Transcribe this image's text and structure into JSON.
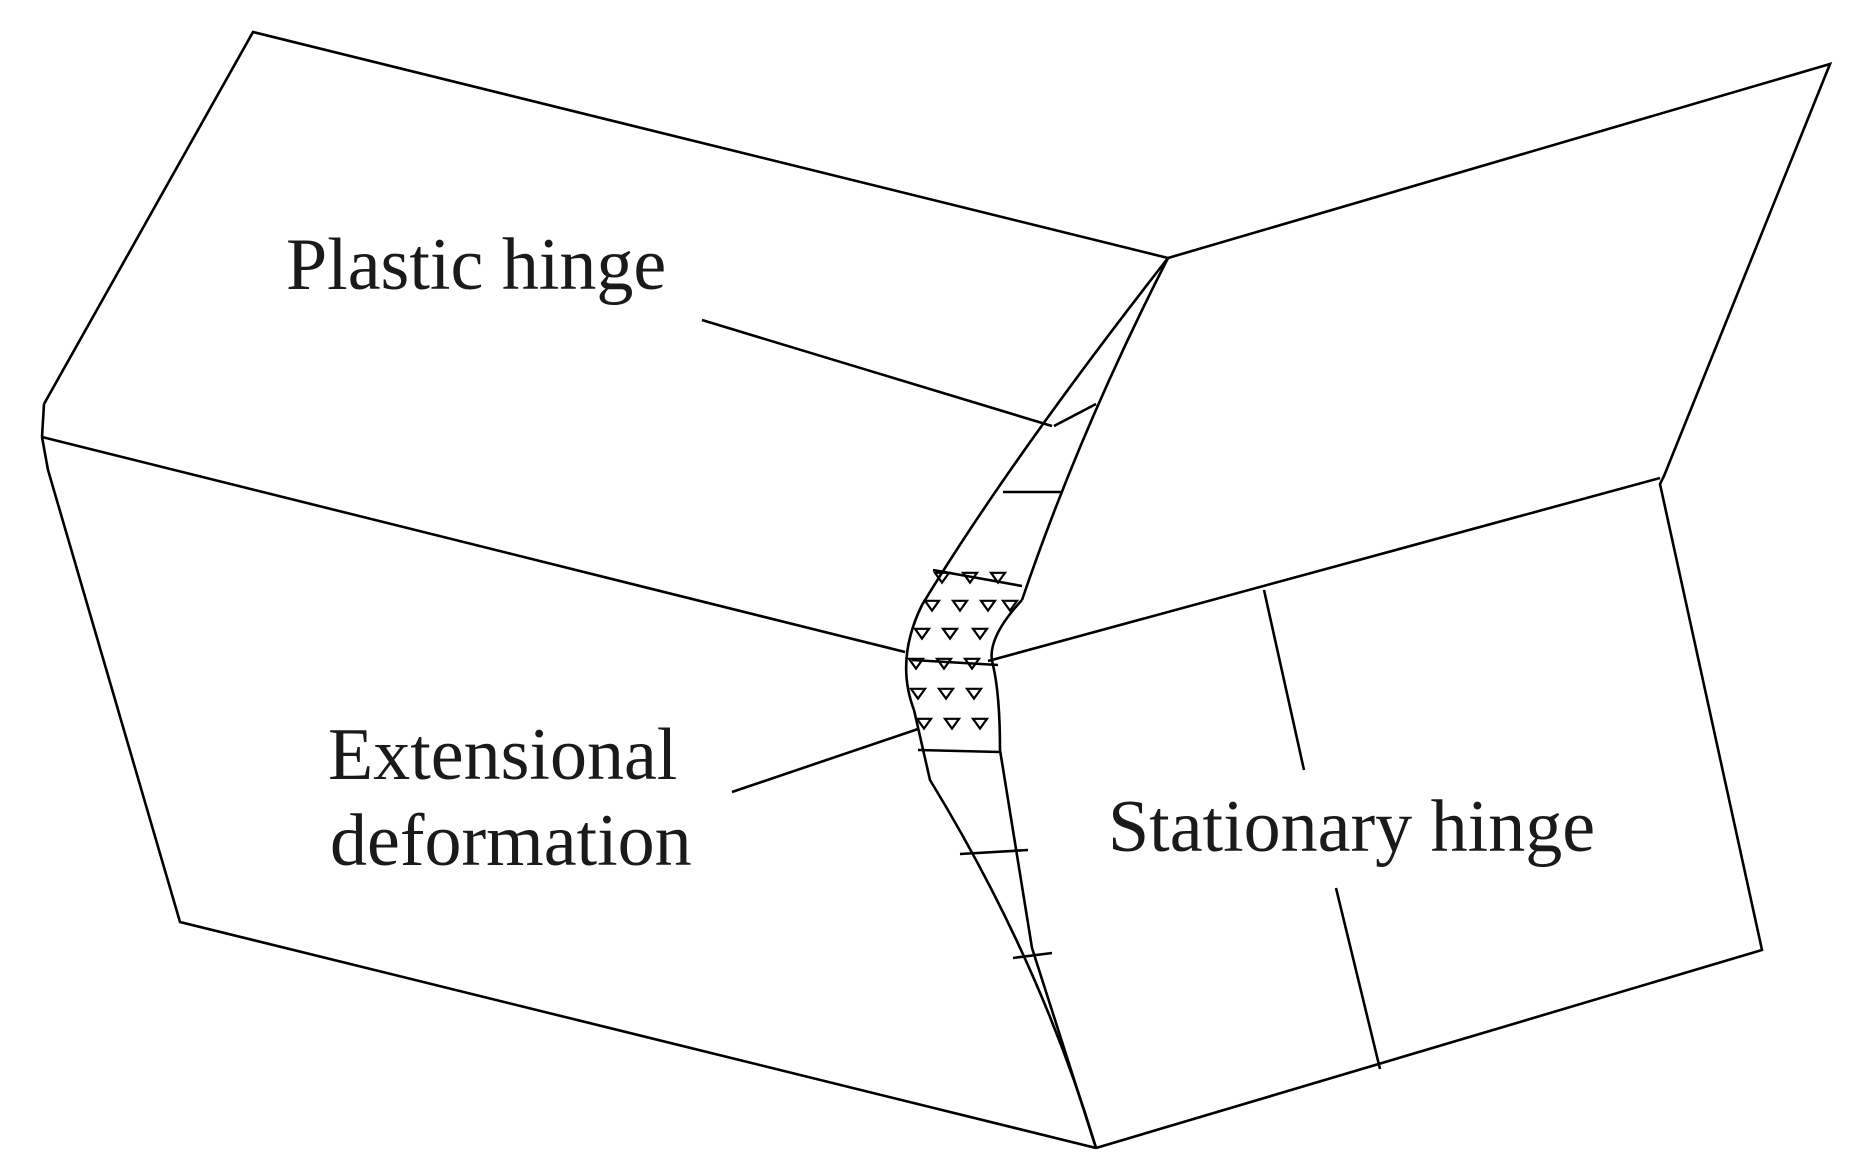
{
  "labels": {
    "plastic_hinge": "Plastic hinge",
    "extensional_line1": "Extensional",
    "extensional_line2": "deformation",
    "stationary_hinge": "Stationary hinge"
  },
  "colors": {
    "stroke": "#000000",
    "text": "#1a1a1a",
    "background": "#ffffff"
  }
}
